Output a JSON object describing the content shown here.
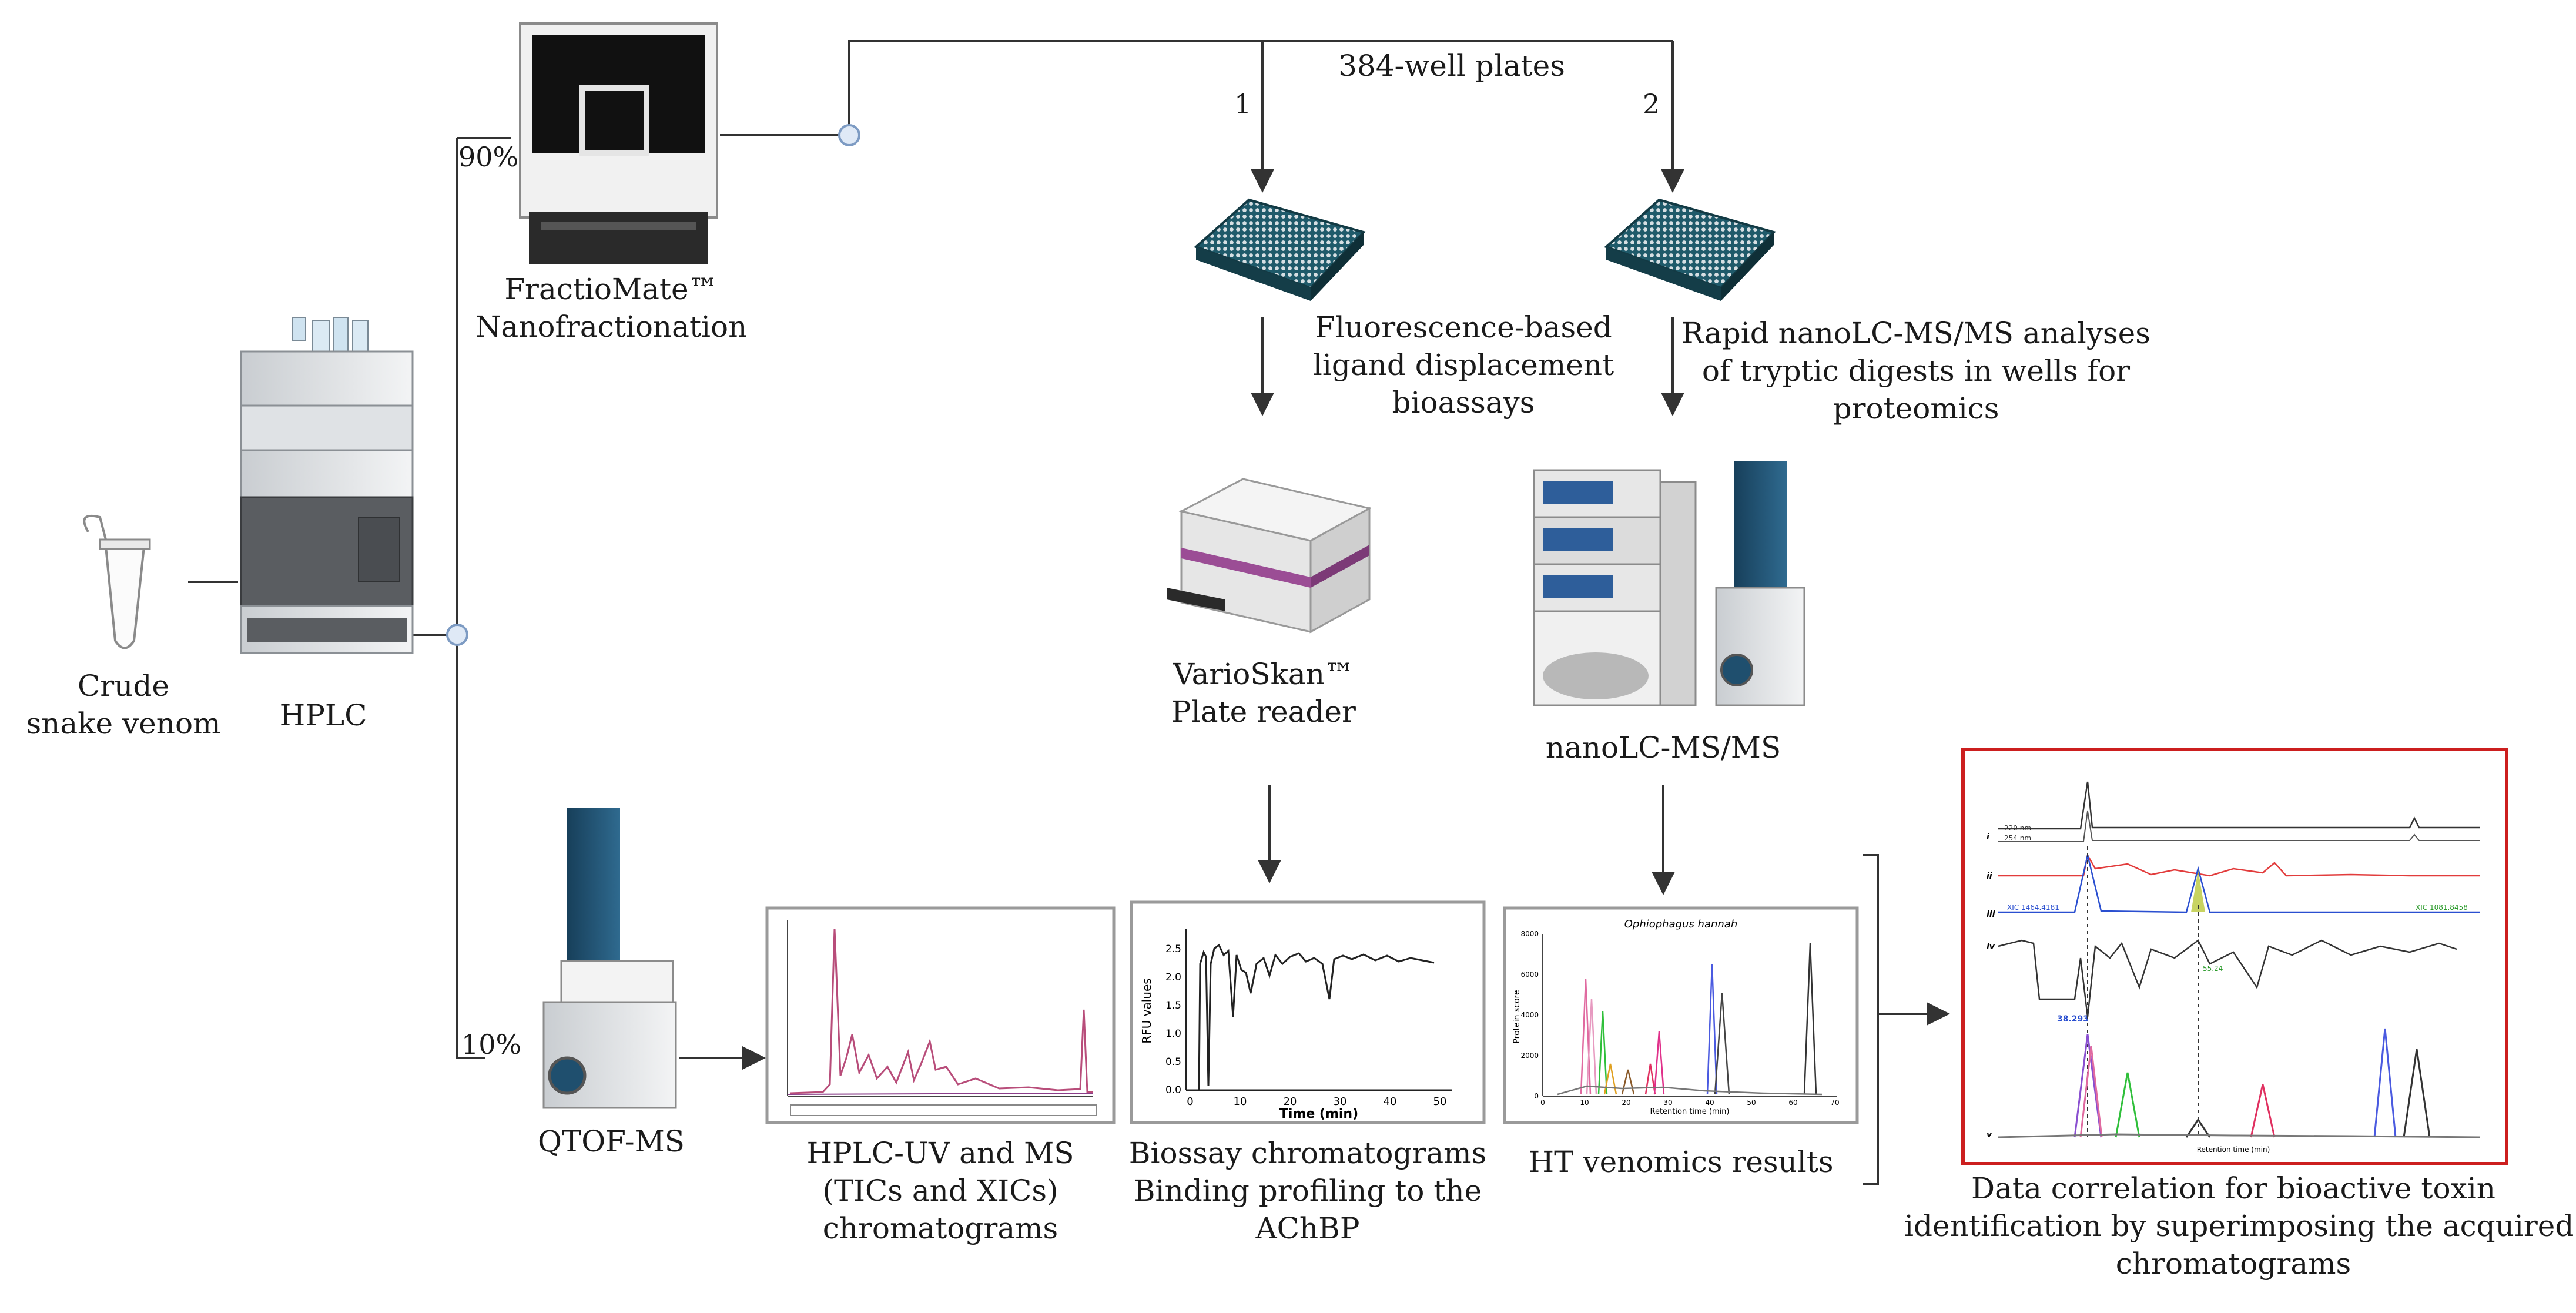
{
  "labels": {
    "crude_venom": [
      "Crude",
      "snake venom"
    ],
    "hplc": "HPLC",
    "fractiomate": [
      "FractioMate™",
      "Nanofractionation"
    ],
    "split_high": "90%",
    "split_low": "10%",
    "plates_title": "384-well plates",
    "branch_1": "1",
    "branch_2": "2",
    "bioassay": [
      "Fluorescence-based",
      "ligand displacement",
      "bioassays"
    ],
    "proteomics": [
      "Rapid nanoLC-MS/MS analyses",
      "of tryptic digests in wells for",
      "proteomics"
    ],
    "varioskan": [
      "VarioSkan™",
      "Plate reader"
    ],
    "nanolc": "nanoLC-MS/MS",
    "qtof": "QTOF-MS",
    "hplc_uv": [
      "HPLC-UV and MS",
      "(TICs and XICs)",
      "chromatograms"
    ],
    "biossay": [
      "Biossay chromatograms",
      "Binding profiling to the",
      "AChBP"
    ],
    "ht_venomics": "HT venomics results",
    "correlation": [
      "Data correlation for bioactive toxin",
      "identification by superimposing the acquired",
      "chromatograms"
    ]
  },
  "panels": {
    "bioassay_plot": {
      "ylabel": "RFU values",
      "xlabel": "Time (min)",
      "yticks": [
        "0.0",
        "0.5",
        "1.0",
        "1.5",
        "2.0",
        "2.5"
      ],
      "xticks": [
        "0",
        "10",
        "20",
        "30",
        "40",
        "50"
      ]
    },
    "ht_plot": {
      "title": "Ophiophagus hannah",
      "ylabel": "Protein score",
      "xlabel": "Retention time (min)",
      "yticks": [
        "0",
        "2000",
        "4000",
        "6000",
        "8000"
      ],
      "xticks": [
        "0",
        "10",
        "20",
        "30",
        "40",
        "50",
        "60",
        "70"
      ]
    },
    "correlation_plot": {
      "rows": [
        "i",
        "ii",
        "iii",
        "iv",
        "v"
      ],
      "trace_i_a": "220 nm",
      "trace_i_b": "254 nm",
      "xic_a": "XIC 1464.4181",
      "xic_b": "XIC 1081.8458",
      "peak_a": "38.293",
      "peak_b": "55.24",
      "xlabel": "Retention time (min)"
    }
  },
  "colors": {
    "line": "#333333",
    "junction": "#a8c4e8",
    "red_frame": "#cc1f1f",
    "pink_trace": "#b84d7a",
    "instrument_teal": "#1f4f6e",
    "plate_teal": "#1f5a6a",
    "reader_purple": "#9b4d95"
  }
}
